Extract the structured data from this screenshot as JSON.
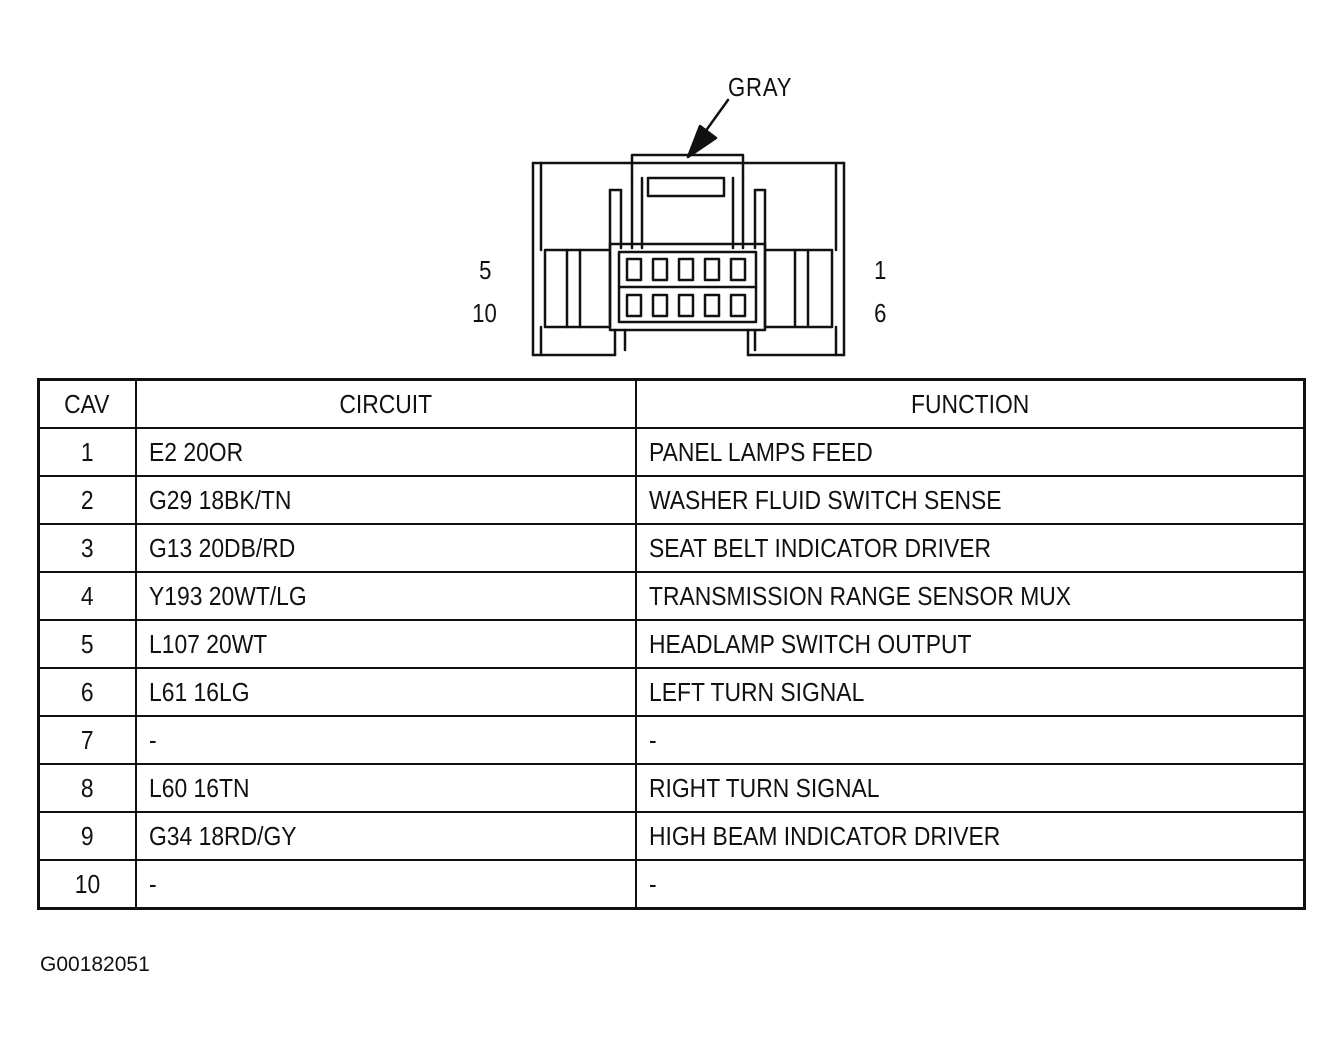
{
  "connector": {
    "color_label": "GRAY",
    "pin_labels": {
      "top_left": "5",
      "bottom_left": "10",
      "top_right": "1",
      "bottom_right": "6"
    }
  },
  "table": {
    "headers": {
      "cav": "CAV",
      "circuit": "CIRCUIT",
      "function": "FUNCTION"
    },
    "rows": [
      {
        "cav": "1",
        "circuit": "E2 20OR",
        "function": "PANEL LAMPS FEED"
      },
      {
        "cav": "2",
        "circuit": "G29 18BK/TN",
        "function": "WASHER FLUID SWITCH SENSE"
      },
      {
        "cav": "3",
        "circuit": "G13 20DB/RD",
        "function": "SEAT BELT INDICATOR DRIVER"
      },
      {
        "cav": "4",
        "circuit": "Y193 20WT/LG",
        "function": "TRANSMISSION RANGE SENSOR MUX"
      },
      {
        "cav": "5",
        "circuit": "L107 20WT",
        "function": "HEADLAMP SWITCH OUTPUT"
      },
      {
        "cav": "6",
        "circuit": "L61 16LG",
        "function": "LEFT TURN SIGNAL"
      },
      {
        "cav": "7",
        "circuit": "-",
        "function": "-"
      },
      {
        "cav": "8",
        "circuit": "L60 16TN",
        "function": "RIGHT TURN SIGNAL"
      },
      {
        "cav": "9",
        "circuit": "G34 18RD/GY",
        "function": "HIGH BEAM INDICATOR DRIVER"
      },
      {
        "cav": "10",
        "circuit": "-",
        "function": "-"
      }
    ]
  },
  "figure_id": "G00182051"
}
